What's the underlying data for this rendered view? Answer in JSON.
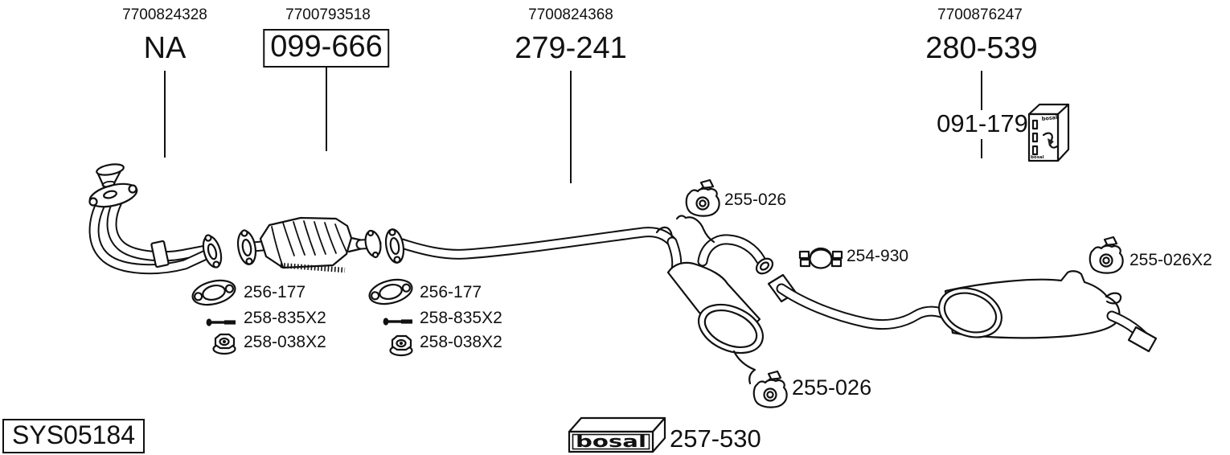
{
  "system_id": "SYS05184",
  "brand": "bosal",
  "references": [
    {
      "oe_number": "7700824328",
      "code": "NA",
      "boxed": false
    },
    {
      "oe_number": "7700793518",
      "code": "099-666",
      "boxed": true
    },
    {
      "oe_number": "7700824368",
      "code": "279-241",
      "boxed": false
    },
    {
      "oe_number": "7700876247",
      "code": "280-539",
      "boxed": false
    }
  ],
  "fitting_kit_code": "091-179",
  "center_box_code": "257-530",
  "mounts": {
    "front_hanger": "255-026",
    "clamp": "254-930",
    "rear_hanger": "255-026X2",
    "bottom_hanger": "255-026"
  },
  "fitting_groups": [
    {
      "gasket": "256-177",
      "bolts": "258-835X2",
      "nuts": "258-038X2"
    },
    {
      "gasket": "256-177",
      "bolts": "258-835X2",
      "nuts": "258-038X2"
    }
  ],
  "icons": {
    "hanger": "rubber-hanger-icon",
    "clamp": "pipe-clamp-icon",
    "gasket": "flange-gasket-icon",
    "bolt": "bolt-icon",
    "nut": "flange-nut-icon",
    "kit_box": "bosal-kit-box-icon",
    "logo_box": "bosal-logo-box-icon"
  },
  "colors": {
    "ink": "#111111",
    "background": "#ffffff"
  }
}
